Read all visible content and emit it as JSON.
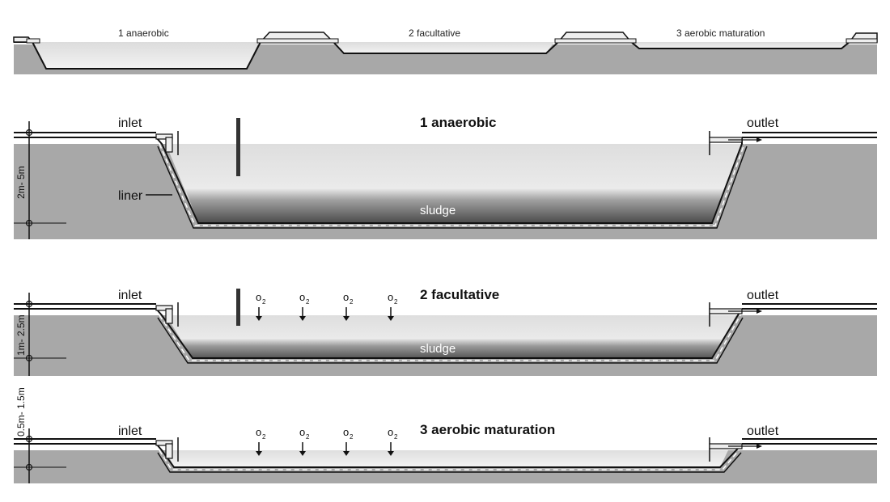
{
  "overview": {
    "labels": [
      "1 anaerobic",
      "2 facultative",
      "3 aerobic maturation"
    ]
  },
  "ponds": [
    {
      "title": "1 anaerobic",
      "inlet_label": "inlet",
      "outlet_label": "outlet",
      "liner_label": "liner",
      "sludge_label": "sludge",
      "depth_label": "2m- 5m",
      "oxygen": []
    },
    {
      "title": "2 facultative",
      "inlet_label": "inlet",
      "outlet_label": "outlet",
      "sludge_label": "sludge",
      "depth_label": "1m- 2.5m",
      "oxygen": [
        {
          "base": "o",
          "sub": "2"
        },
        {
          "base": "o",
          "sub": "2"
        },
        {
          "base": "o",
          "sub": "2"
        },
        {
          "base": "o",
          "sub": "2"
        }
      ]
    },
    {
      "title": "3 aerobic maturation",
      "inlet_label": "inlet",
      "outlet_label": "outlet",
      "depth_label": "0.5m- 1.5m",
      "oxygen": [
        {
          "base": "o",
          "sub": "2"
        },
        {
          "base": "o",
          "sub": "2"
        },
        {
          "base": "o",
          "sub": "2"
        },
        {
          "base": "o",
          "sub": "2"
        }
      ]
    }
  ],
  "colors": {
    "ground": "#a8a8a8",
    "water": "#d9d9d9",
    "line": "#111111",
    "sludge": "#555555"
  }
}
